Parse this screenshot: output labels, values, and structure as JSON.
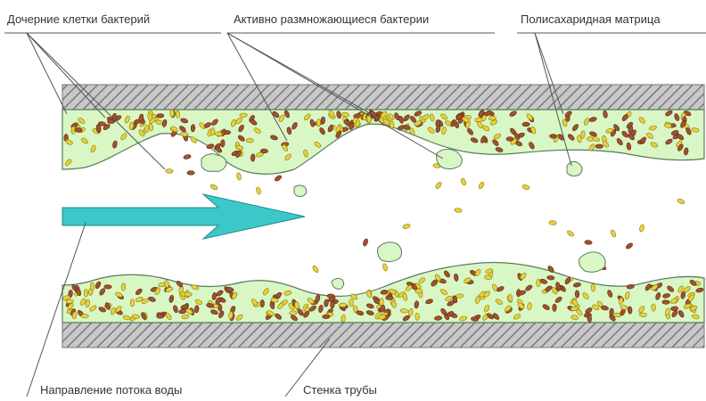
{
  "labels": {
    "daughter_cells": "Дочерние клетки бактерий",
    "active_bacteria": "Активно размножающиеся бактерии",
    "polysaccharide_matrix": "Полисахаридная матрица",
    "flow_direction": "Направление потока воды",
    "pipe_wall": "Стенка трубы"
  },
  "colors": {
    "biofilm_fill": "#d9f7c5",
    "biofilm_stroke": "#5a7a5a",
    "bacteria_brown": "#a0522d",
    "bacteria_yellow": "#e6d23c",
    "arrow_fill": "#3cc8c8",
    "wall_hatch": "#8a8a8a",
    "leader_line": "#555555"
  }
}
